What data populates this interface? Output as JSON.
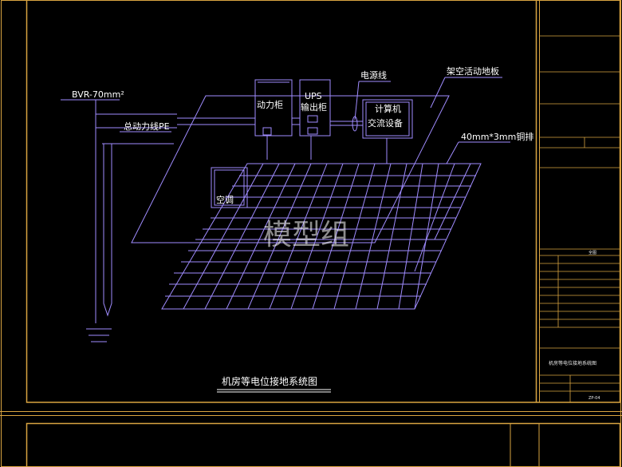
{
  "drawing": {
    "title": "机房等电位接地系统图",
    "watermark": "模型组",
    "labels": {
      "bvr": "BVR-70mm²",
      "main_pe": "总动力线PE",
      "power_cabinet": "动力柜",
      "ups_line1": "UPS",
      "ups_line2": "输出柜",
      "power_line": "电源线",
      "raised_floor": "架空活动地板",
      "computer_line1": "计算机",
      "computer_line2": "交流设备",
      "copper_bar": "40mm*3mm铜排",
      "aircon": "空调"
    },
    "colors": {
      "frame": "#d9a441",
      "lines": "#a08cff",
      "text": "#ffffff",
      "background": "#000000"
    }
  },
  "title_block": {
    "all_label": "全图",
    "drawing_name": "机房等电位接地系统图",
    "sheet_no": "ZP-04"
  }
}
